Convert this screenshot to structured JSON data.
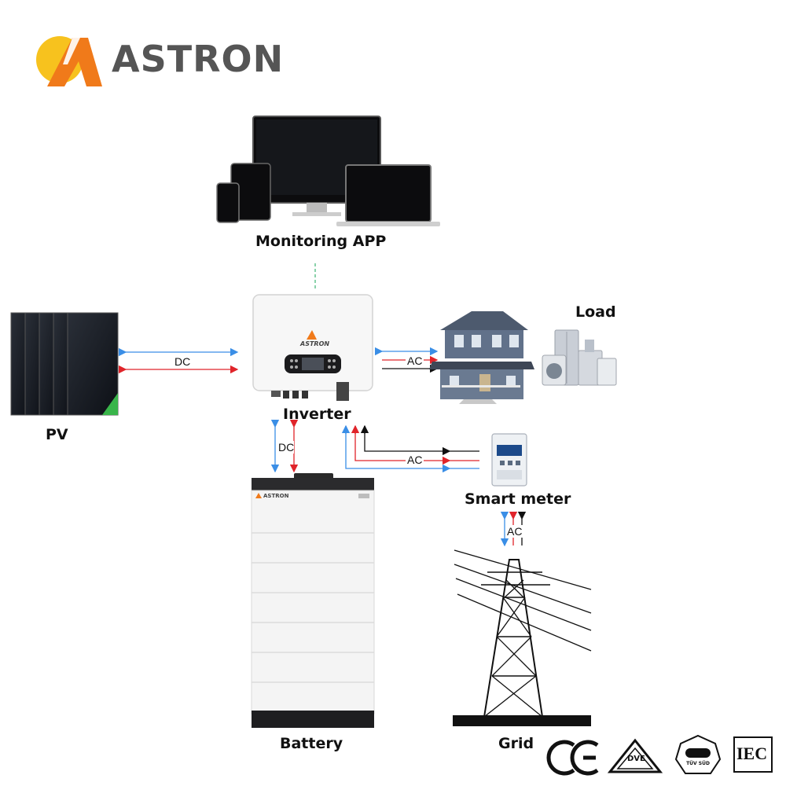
{
  "brand": {
    "name": "ASTRON",
    "accent": "#f07a1a",
    "sun": "#f7c21e"
  },
  "nodes": {
    "monitoring_app": "Monitoring APP",
    "load": "Load",
    "pv": "PV",
    "inverter": "Inverter",
    "smart_meter": "Smart meter",
    "battery": "Battery",
    "grid": "Grid"
  },
  "links": {
    "pv_inverter": "DC",
    "inverter_load": "AC",
    "inverter_battery": "DC",
    "inverter_meter": "AC",
    "meter_grid": "AC"
  },
  "device_brand": "ASTRON",
  "certifications": [
    "CE",
    "DVE",
    "TÜV SÜD",
    "IEC"
  ],
  "colors": {
    "blue": "#3a8ee6",
    "red": "#e0242a",
    "black": "#111111",
    "green_dash": "#3cb371"
  }
}
